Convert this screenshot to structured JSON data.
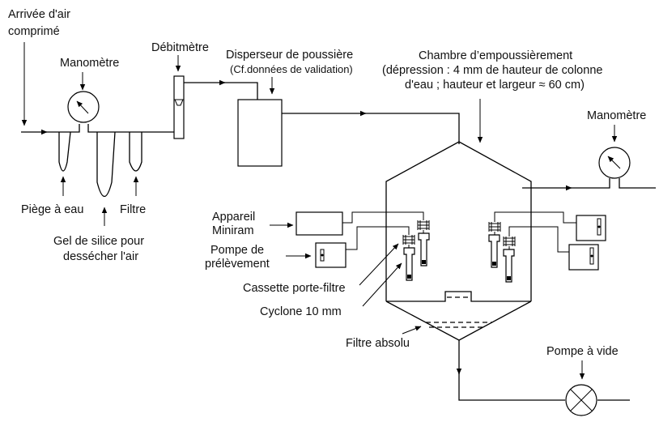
{
  "diagram": {
    "title": "Schéma du banc d'empoussièrement",
    "colors": {
      "stroke": "#000000",
      "background": "#ffffff",
      "text": "#111111"
    },
    "labels": {
      "air_inlet_1": "Arrivée d'air",
      "air_inlet_2": "comprimé",
      "manometer_left": "Manomètre",
      "flowmeter": "Débitmètre",
      "disperser_1": "Disperseur de poussière",
      "disperser_2": "(Cf.données de validation)",
      "chamber_1": "Chambre d’empoussièrement",
      "chamber_2": "(dépression : 4 mm de hauteur de colonne",
      "chamber_3": "d'eau ; hauteur et largeur ≈ 60 cm)",
      "manometer_right": "Manomètre",
      "water_trap": "Piège à eau",
      "filter": "Filtre",
      "silica_1": "Gel de silice pour",
      "silica_2": "dessécher l'air",
      "miniram_1": "Appareil",
      "miniram_2": "Miniram",
      "pump_1": "Pompe de",
      "pump_2": "prélèvement",
      "cassette": "Cassette porte-filtre",
      "cyclone": "Cyclone 10 mm",
      "absolute_filter": "Filtre absolu",
      "vacuum_pump": "Pompe à vide"
    },
    "components": [
      "air-inlet",
      "manometer-inlet",
      "water-trap",
      "silica-gel-dryer",
      "air-filter",
      "flowmeter",
      "dust-disperser",
      "dust-chamber",
      "manometer-chamber",
      "miniram-device",
      "sampling-pump",
      "filter-cassettes",
      "cyclones",
      "absolute-filter",
      "vacuum-pump"
    ]
  }
}
